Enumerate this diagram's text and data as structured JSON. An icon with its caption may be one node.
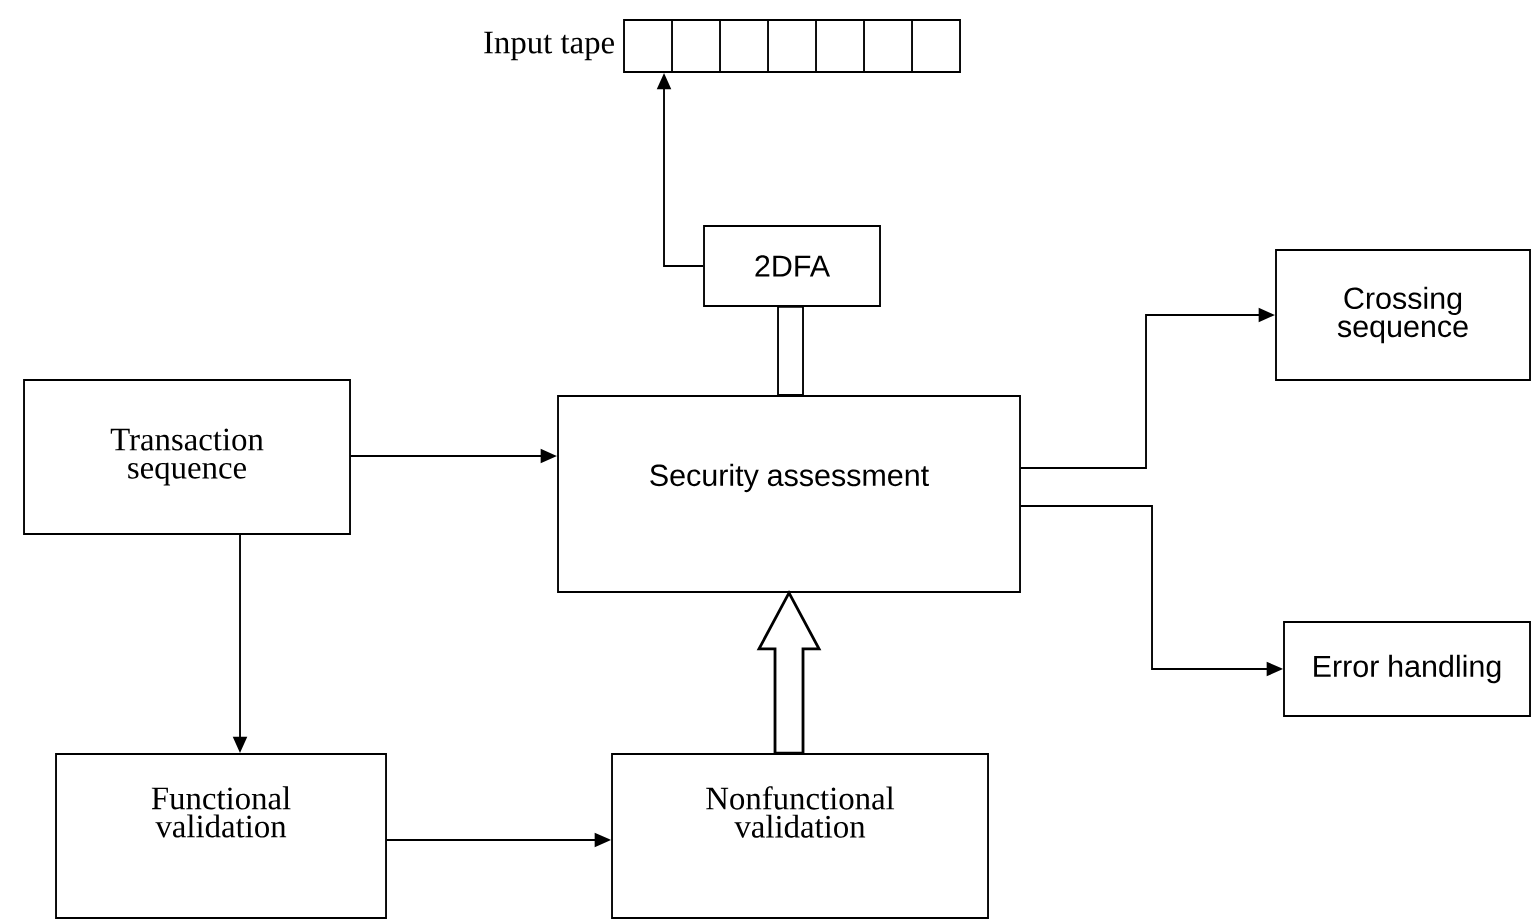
{
  "diagram": {
    "nodes": [
      {
        "text": [
          "Input tape"
        ]
      },
      {
        "text": [
          "2DFA"
        ]
      },
      {
        "text": [
          "Transaction sequence"
        ]
      },
      {
        "text": [
          "Security assessment"
        ]
      },
      {
        "text": [
          "Crossing sequence"
        ]
      },
      {
        "text": [
          "Error handling"
        ]
      },
      {
        "text": [
          "Functional validation"
        ]
      },
      {
        "text": [
          "Nonfunctional validation"
        ]
      }
    ],
    "edges": [
      {
        "from": 1,
        "to": 0,
        "arrow": "to"
      },
      {
        "from": 1,
        "to": 3,
        "arrow": "none",
        "style": "thick"
      },
      {
        "from": 2,
        "to": 3,
        "arrow": "to"
      },
      {
        "from": 3,
        "to": 4,
        "arrow": "to"
      },
      {
        "from": 3,
        "to": 5,
        "arrow": "to"
      },
      {
        "from": 2,
        "to": 6,
        "arrow": "to"
      },
      {
        "from": 6,
        "to": 7,
        "arrow": "to"
      },
      {
        "from": 7,
        "to": 3,
        "arrow": "to",
        "style": "thick"
      }
    ]
  }
}
